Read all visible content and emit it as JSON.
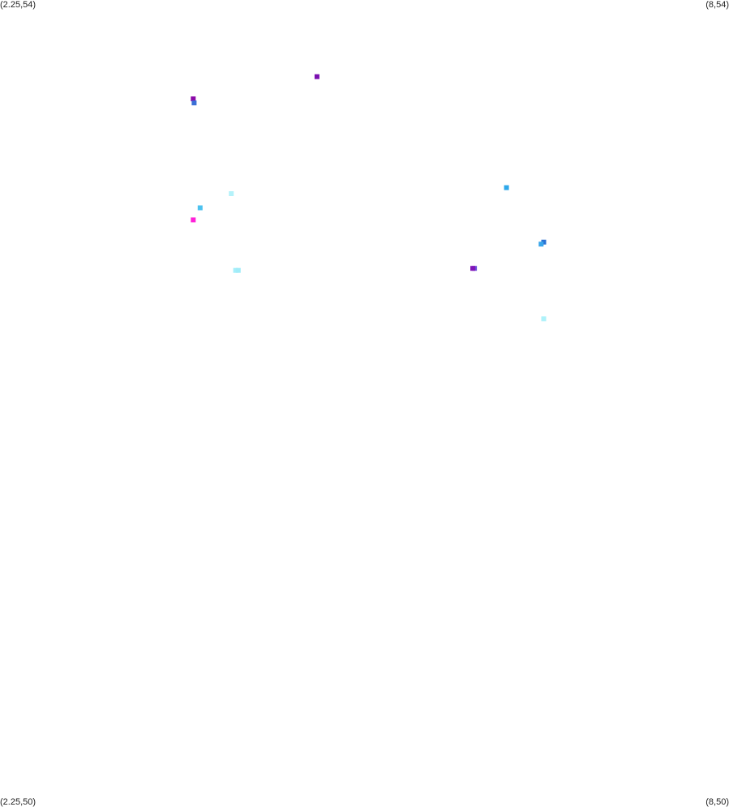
{
  "chart_data": {
    "type": "scatter",
    "xlim": [
      2.25,
      8
    ],
    "ylim": [
      50,
      54
    ],
    "grid": false,
    "corner_labels": {
      "top_left": "(2.25,54)",
      "top_right": "(8,54)",
      "bottom_left": "(2.25,50)",
      "bottom_right": "(8,50)"
    },
    "points": [
      {
        "x": 5.81,
        "y": 53.62,
        "color": "#7a0fb0"
      },
      {
        "x": 4.38,
        "y": 53.51,
        "color": "#8b0aa8"
      },
      {
        "x": 4.39,
        "y": 53.49,
        "color": "#3a6fd6"
      },
      {
        "x": 8.0,
        "y": 53.07,
        "color": "#2ea8ea"
      },
      {
        "x": 4.82,
        "y": 53.04,
        "color": "#b4f2fa"
      },
      {
        "x": 4.46,
        "y": 52.97,
        "color": "#4dc2ef"
      },
      {
        "x": 4.38,
        "y": 52.91,
        "color": "#ff21d8"
      },
      {
        "x": 8.43,
        "y": 52.8,
        "color": "#2a72d4"
      },
      {
        "x": 8.4,
        "y": 52.79,
        "color": "#39a5ea"
      },
      {
        "x": 7.63,
        "y": 52.67,
        "color": "#6b49d8"
      },
      {
        "x": 7.61,
        "y": 52.67,
        "color": "#8015b8"
      },
      {
        "x": 4.87,
        "y": 52.66,
        "color": "#a6effa"
      },
      {
        "x": 4.9,
        "y": 52.66,
        "color": "#a1ecf8"
      },
      {
        "x": 8.43,
        "y": 52.42,
        "color": "#aef2fa"
      }
    ]
  }
}
